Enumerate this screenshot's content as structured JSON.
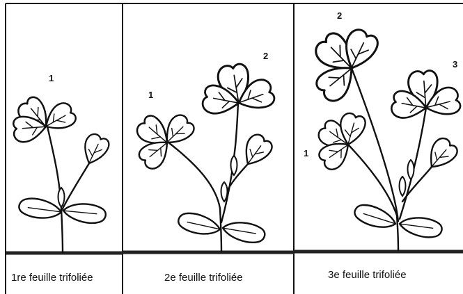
{
  "stages": [
    {
      "caption": "1re feuille trifoliée",
      "labels": [
        "1"
      ]
    },
    {
      "caption": "2e feuille trifoliée",
      "labels": [
        "1",
        "2"
      ]
    },
    {
      "caption": "3e feuille trifoliée",
      "labels": [
        "1",
        "2",
        "3"
      ]
    }
  ]
}
